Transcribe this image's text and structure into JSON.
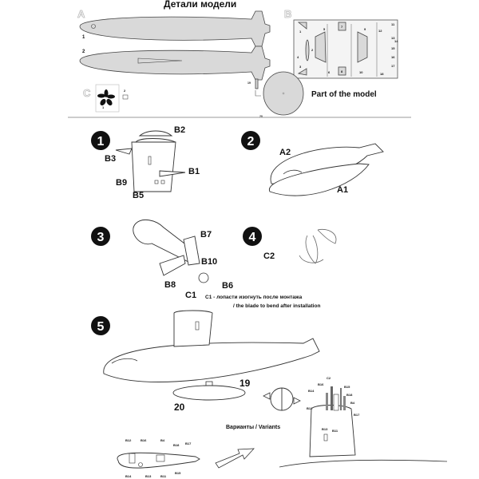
{
  "parts_section": {
    "title": "Детали модели",
    "subtitle": "Part of the model",
    "sheet_labels": [
      "A",
      "B",
      "C"
    ],
    "hull_labels": [
      "1",
      "2"
    ],
    "sprue_labels": [
      "1",
      "2",
      "3",
      "4",
      "5",
      "6",
      "7",
      "8",
      "9",
      "10",
      "11",
      "12",
      "13",
      "14",
      "15",
      "16",
      "17",
      "18"
    ],
    "photoetch_labels": [
      "1",
      "2"
    ],
    "stand_labels": [
      "19",
      "20"
    ]
  },
  "steps": [
    {
      "number": "1",
      "labels": [
        "B2",
        "B3",
        "B1",
        "B9",
        "B5"
      ]
    },
    {
      "number": "2",
      "labels": [
        "A2",
        "A1"
      ]
    },
    {
      "number": "3",
      "labels": [
        "B7",
        "B10",
        "B8",
        "B6",
        "C1"
      ],
      "note_ru": "C1 - лопасти изогнуть после монтажа",
      "note_en": "/  the blade to bend after installation"
    },
    {
      "number": "4",
      "labels": [
        "C2"
      ]
    },
    {
      "number": "5",
      "labels": [
        "19",
        "20"
      ],
      "variants_label": "Варианты / Variants",
      "tower_labels": [
        "C2",
        "B16",
        "B15",
        "B14",
        "B18",
        "B4",
        "B12",
        "B17",
        "B13",
        "B11"
      ],
      "top_view_labels": [
        "B12",
        "B16",
        "B4",
        "B18",
        "B17",
        "B14",
        "B13",
        "B11",
        "B15"
      ]
    }
  ]
}
